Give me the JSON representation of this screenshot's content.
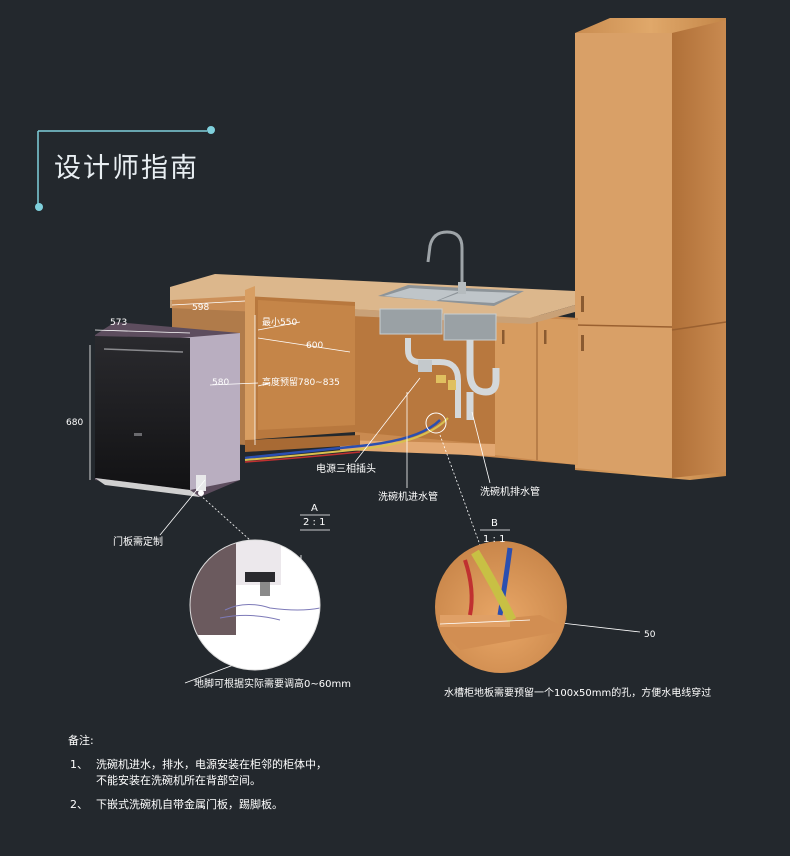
{
  "title": "设计师指南",
  "dimensions": {
    "w573": "573",
    "w598": "598",
    "h680": "680",
    "min550": "最小550",
    "d600": "600",
    "height_range": "高度预留780~835",
    "d580": "580",
    "d50": "50"
  },
  "callouts": {
    "power_socket": "电源三相插头",
    "water_inlet": "洗碗机进水管",
    "drain": "洗碗机排水管",
    "panel": "门板需定制",
    "foot": "地脚可根据实际需要调高0~60mm",
    "hole": "水槽柜地板需要预留一个100x50mm的孔，方便水电线穿过"
  },
  "detail_a": {
    "letter": "A",
    "scale": "2 : 1"
  },
  "detail_b": {
    "letter": "B",
    "scale": "1 : 1"
  },
  "notes": {
    "heading": "备注:",
    "items": [
      {
        "num": "1、",
        "line1": "洗碗机进水，排水，电源安装在柜邻的柜体中，",
        "line2": "不能安装在洗碗机所在背部空间。"
      },
      {
        "num": "2、",
        "line1": "下嵌式洗碗机自带金属门板，踢脚板。",
        "line2": ""
      }
    ]
  },
  "colors": {
    "background": "#23282d",
    "wood": "#d39a5e",
    "wood_dark": "#b9793f",
    "countertop": "#dcb78c",
    "accent_line": "#7fd0dc"
  }
}
